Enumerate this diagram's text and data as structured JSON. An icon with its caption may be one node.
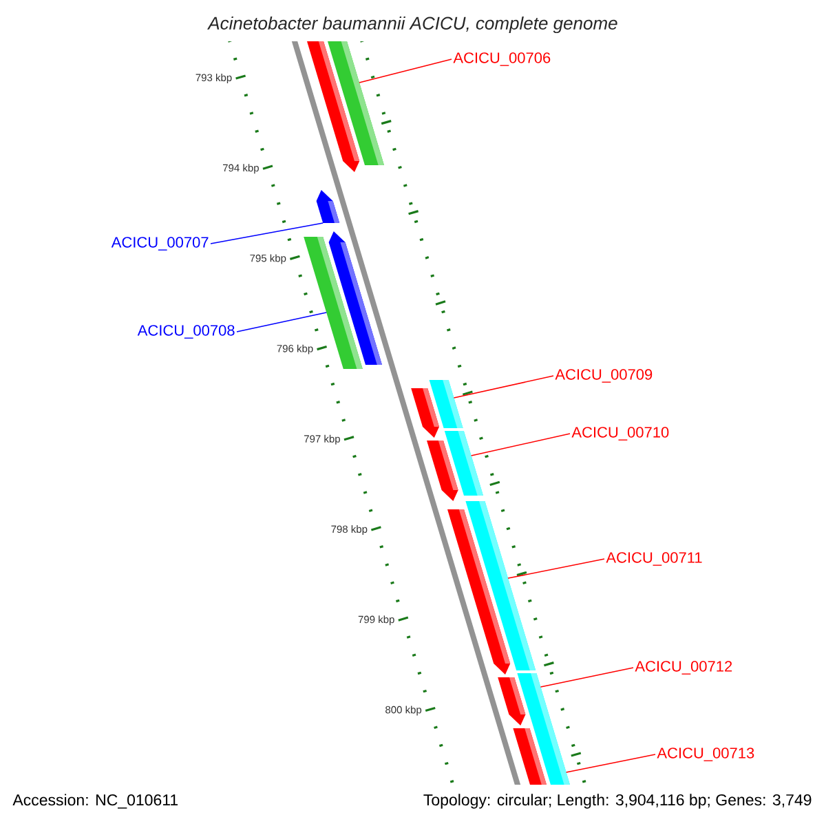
{
  "diagram": {
    "title": "Acinetobacter baumannii ACICU, complete genome",
    "nodes": [
      {
        "text": [
          "ACICU_00706"
        ]
      },
      {
        "text": [
          "ACICU_00707"
        ]
      },
      {
        "text": [
          "ACICU_00708"
        ]
      },
      {
        "text": [
          "ACICU_00709"
        ]
      },
      {
        "text": [
          "ACICU_00710"
        ]
      },
      {
        "text": [
          "ACICU_00711"
        ]
      },
      {
        "text": [
          "ACICU_00712"
        ]
      },
      {
        "text": [
          "ACICU_00713"
        ]
      },
      {
        "text": [],
        "shape": "bar"
      },
      {
        "text": [],
        "shape": "arrow"
      },
      {
        "text": [],
        "shape": "bar"
      },
      {
        "text": [],
        "shape": "bar"
      },
      {
        "text": [],
        "shape": "bar"
      },
      {
        "text": [],
        "shape": "bar"
      },
      {
        "text": [],
        "shape": "bar"
      }
    ],
    "edges": [
      {
        "from": 0,
        "to": 8,
        "arrow": "none"
      },
      {
        "from": 1,
        "to": 9,
        "arrow": "none",
        "color": "#0000ff"
      },
      {
        "from": 2,
        "to": 10,
        "arrow": "none",
        "color": "#0000ff"
      },
      {
        "from": 3,
        "to": 11,
        "arrow": "none"
      },
      {
        "from": 4,
        "to": 12,
        "arrow": "none"
      },
      {
        "from": 5,
        "to": 13,
        "arrow": "none"
      },
      {
        "from": 6,
        "to": 14,
        "arrow": "none"
      },
      {
        "from": 7,
        "to": 14,
        "arrow": "none"
      }
    ],
    "labels": [
      "793 kbp",
      "794 kbp",
      "795 kbp",
      "796 kbp",
      "797 kbp",
      "798 kbp",
      "799 kbp",
      "800 kbp",
      "Accession: NC_010611",
      "Topology: circular; Length: 3,904,116 bp; Genes: 3,749"
    ]
  }
}
